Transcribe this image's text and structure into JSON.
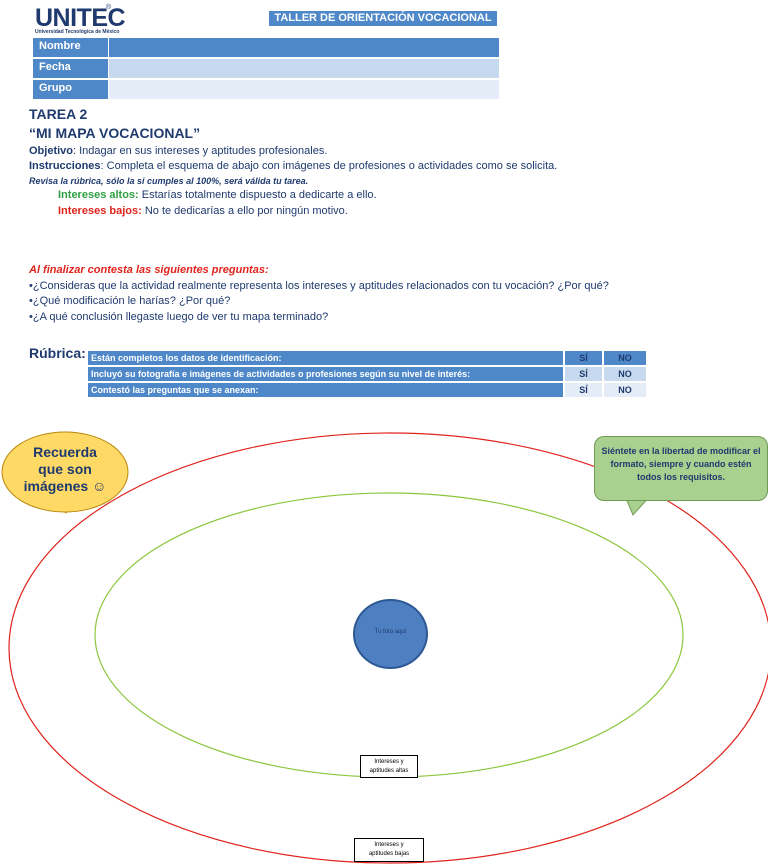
{
  "header": {
    "logo_text": "UNITEC",
    "logo_reg": "®",
    "logo_subtitle": "Universidad Tecnológica de México",
    "title": "TALLER DE ORIENTACIÓN VOCACIONAL"
  },
  "form": {
    "rows": [
      {
        "label": "Nombre",
        "value": ""
      },
      {
        "label": "Fecha",
        "value": ""
      },
      {
        "label": "Grupo",
        "value": ""
      }
    ]
  },
  "task": {
    "number": "TAREA 2",
    "name": "“MI MAPA VOCACIONAL”",
    "objective_label": "Objetivo",
    "objective_text": ": Indagar en sus intereses y aptitudes profesionales.",
    "instructions_label": "Instrucciones",
    "instructions_text": ": Completa el esquema de abajo con imágenes de profesiones o actividades como se solicita.",
    "rubric_note": "Revisa la rúbrica, sólo la si cumples al 100%, será válida tu tarea.",
    "high_label": "Intereses altos:",
    "high_text": " Estarías totalmente dispuesto a dedicarte a ello.",
    "low_label": "Intereses bajos:",
    "low_text": " No te dedicarías a ello por ningún motivo."
  },
  "questions": {
    "heading": "Al finalizar contesta las siguientes preguntas:",
    "items": [
      "•¿Consideras que la actividad realmente representa los intereses y aptitudes relacionados con tu vocación? ¿Por qué?",
      "•¿Qué modificación le harías? ¿Por qué?",
      "•¿A qué conclusión llegaste luego de ver tu mapa terminado?"
    ]
  },
  "rubric": {
    "label": "Rúbrica:",
    "rows": [
      {
        "text": "Están completos los datos de identificación:",
        "si": "SÍ",
        "no": "NO"
      },
      {
        "text": "Incluyó su fotografía e imágenes de actividades o profesiones según su nivel de interés:",
        "si": "SÍ",
        "no": "NO"
      },
      {
        "text": "Contestó las preguntas que se anexan:",
        "si": "SÍ",
        "no": "NO"
      }
    ]
  },
  "callouts": {
    "reminder_line1": "Recuerda",
    "reminder_line2": "que son",
    "reminder_line3": "imágenes ☺",
    "freedom_note": "Siéntete en la libertad de modificar el formato, siempre y cuando estén todos los requisitos."
  },
  "map": {
    "photo_label": "Tu foto aquí",
    "high_box_line1": "Intereses y",
    "high_box_line2": "aptitudes altas",
    "low_box_line1": "Intereses y",
    "low_box_line2": "aptitudes bajas"
  },
  "colors": {
    "brand_blue": "#4e88c9",
    "navy_text": "#1f3a6e",
    "outer_ellipse": "#e0241c",
    "inner_ellipse": "#8cc63f",
    "bubble_yellow": "#ffd966",
    "note_green": "#a9d08e",
    "photo_blue": "#4e7fc0"
  }
}
